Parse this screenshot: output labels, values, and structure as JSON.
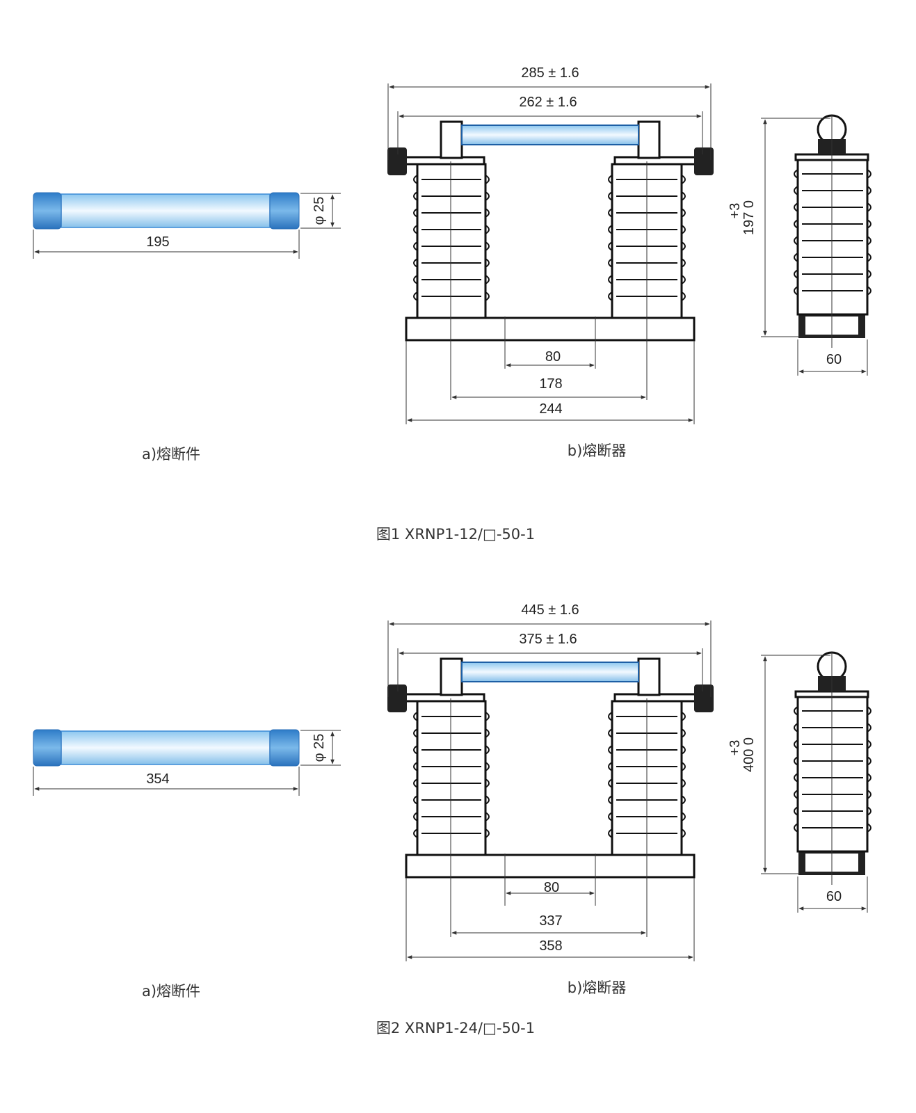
{
  "figures": [
    {
      "caption": "图1 XRNP1-12/□-50-1",
      "fuse_link": {
        "label": "a)熔断件",
        "length": "195",
        "diameter": "φ 25"
      },
      "fuse_base": {
        "label": "b)熔断器",
        "overall_width": "285 ± 1.6",
        "contact_span": "262 ± 1.6",
        "inner_spacing": "80",
        "insulator_spacing": "178",
        "base_length": "244",
        "height_tol": "+3",
        "height": "197 0",
        "base_width": "60"
      }
    },
    {
      "caption": "图2 XRNP1-24/□-50-1",
      "fuse_link": {
        "label": "a)熔断件",
        "length": "354",
        "diameter": "φ 25"
      },
      "fuse_base": {
        "label": "b)熔断器",
        "overall_width": "445 ± 1.6",
        "contact_span": "375 ± 1.6",
        "inner_spacing": "80",
        "insulator_spacing": "337",
        "base_length": "358",
        "height_tol": "+3",
        "height": "400 0",
        "base_width": "60"
      }
    }
  ],
  "colors": {
    "fuse_cap": "#3a8ad6",
    "fuse_body": "#cfe8f8",
    "line": "#333333"
  }
}
